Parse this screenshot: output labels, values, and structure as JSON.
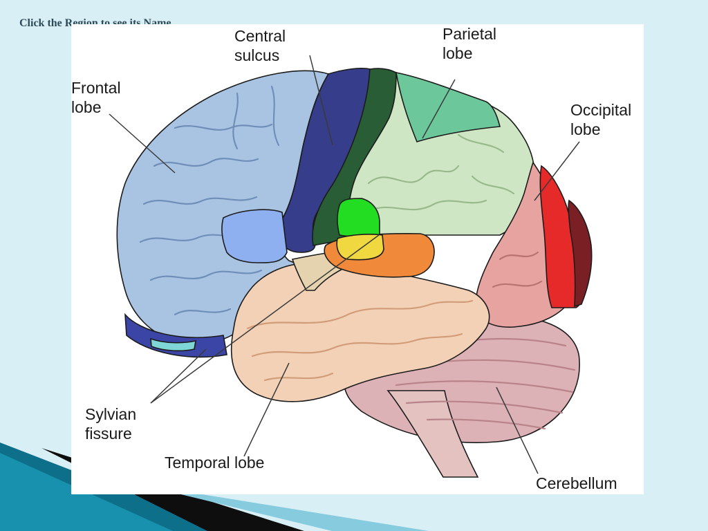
{
  "page": {
    "title": "Click the Region to see its Name"
  },
  "labels": {
    "central_sulcus": [
      "Central",
      "sulcus"
    ],
    "parietal_lobe": [
      "Parietal",
      "lobe"
    ],
    "frontal_lobe": [
      "Frontal",
      "lobe"
    ],
    "occipital_lobe": [
      "Occipital",
      "lobe"
    ],
    "sylvian_fissure": [
      "Sylvian",
      "fissure"
    ],
    "temporal_lobe": "Temporal lobe",
    "cerebellum": "Cerebellum"
  },
  "colors": {
    "page_background": "#d9eff6",
    "frontal_lobe": "#a9c3e2",
    "parietal_lobe": "#cfe6c4",
    "occipital_lobe": "#e6a3a0",
    "temporal_lobe": "#f3d1b6",
    "cerebellum": "#dcb2b6",
    "premotor_area": "#363e8c",
    "motor_area": "#285d35",
    "somatosensory_area": "#6cc79a",
    "primary_visual_area": "#e62a2a",
    "visual_association_area": "#7a2024",
    "broca_area": "#8fb0f0",
    "wernicke_area": "#22dd22",
    "auditory_association_area": "#f08a3a",
    "primary_auditory_area": "#f0d840",
    "olfactory_area": "#7fd6d6"
  }
}
